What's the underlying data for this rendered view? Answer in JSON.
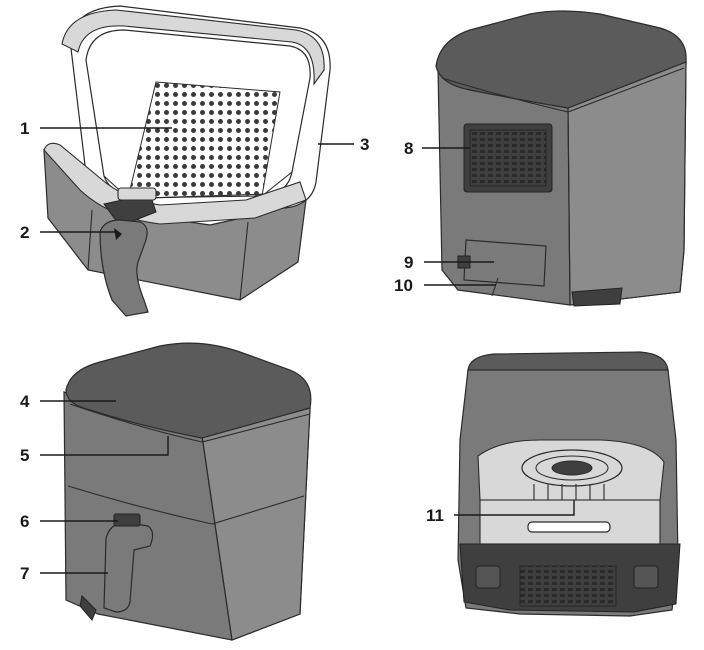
{
  "callouts": [
    {
      "id": "c1",
      "label": "1"
    },
    {
      "id": "c2",
      "label": "2"
    },
    {
      "id": "c3",
      "label": "3"
    },
    {
      "id": "c4",
      "label": "4"
    },
    {
      "id": "c5",
      "label": "5"
    },
    {
      "id": "c6",
      "label": "6"
    },
    {
      "id": "c7",
      "label": "7"
    },
    {
      "id": "c8",
      "label": "8"
    },
    {
      "id": "c9",
      "label": "9"
    },
    {
      "id": "c10",
      "label": "10"
    },
    {
      "id": "c11",
      "label": "11"
    }
  ],
  "colors": {
    "body": "#8c8c8c",
    "lid": "#5b5b5b",
    "outline": "#2b2b2b",
    "basket_rim": "#d8d8d8"
  }
}
